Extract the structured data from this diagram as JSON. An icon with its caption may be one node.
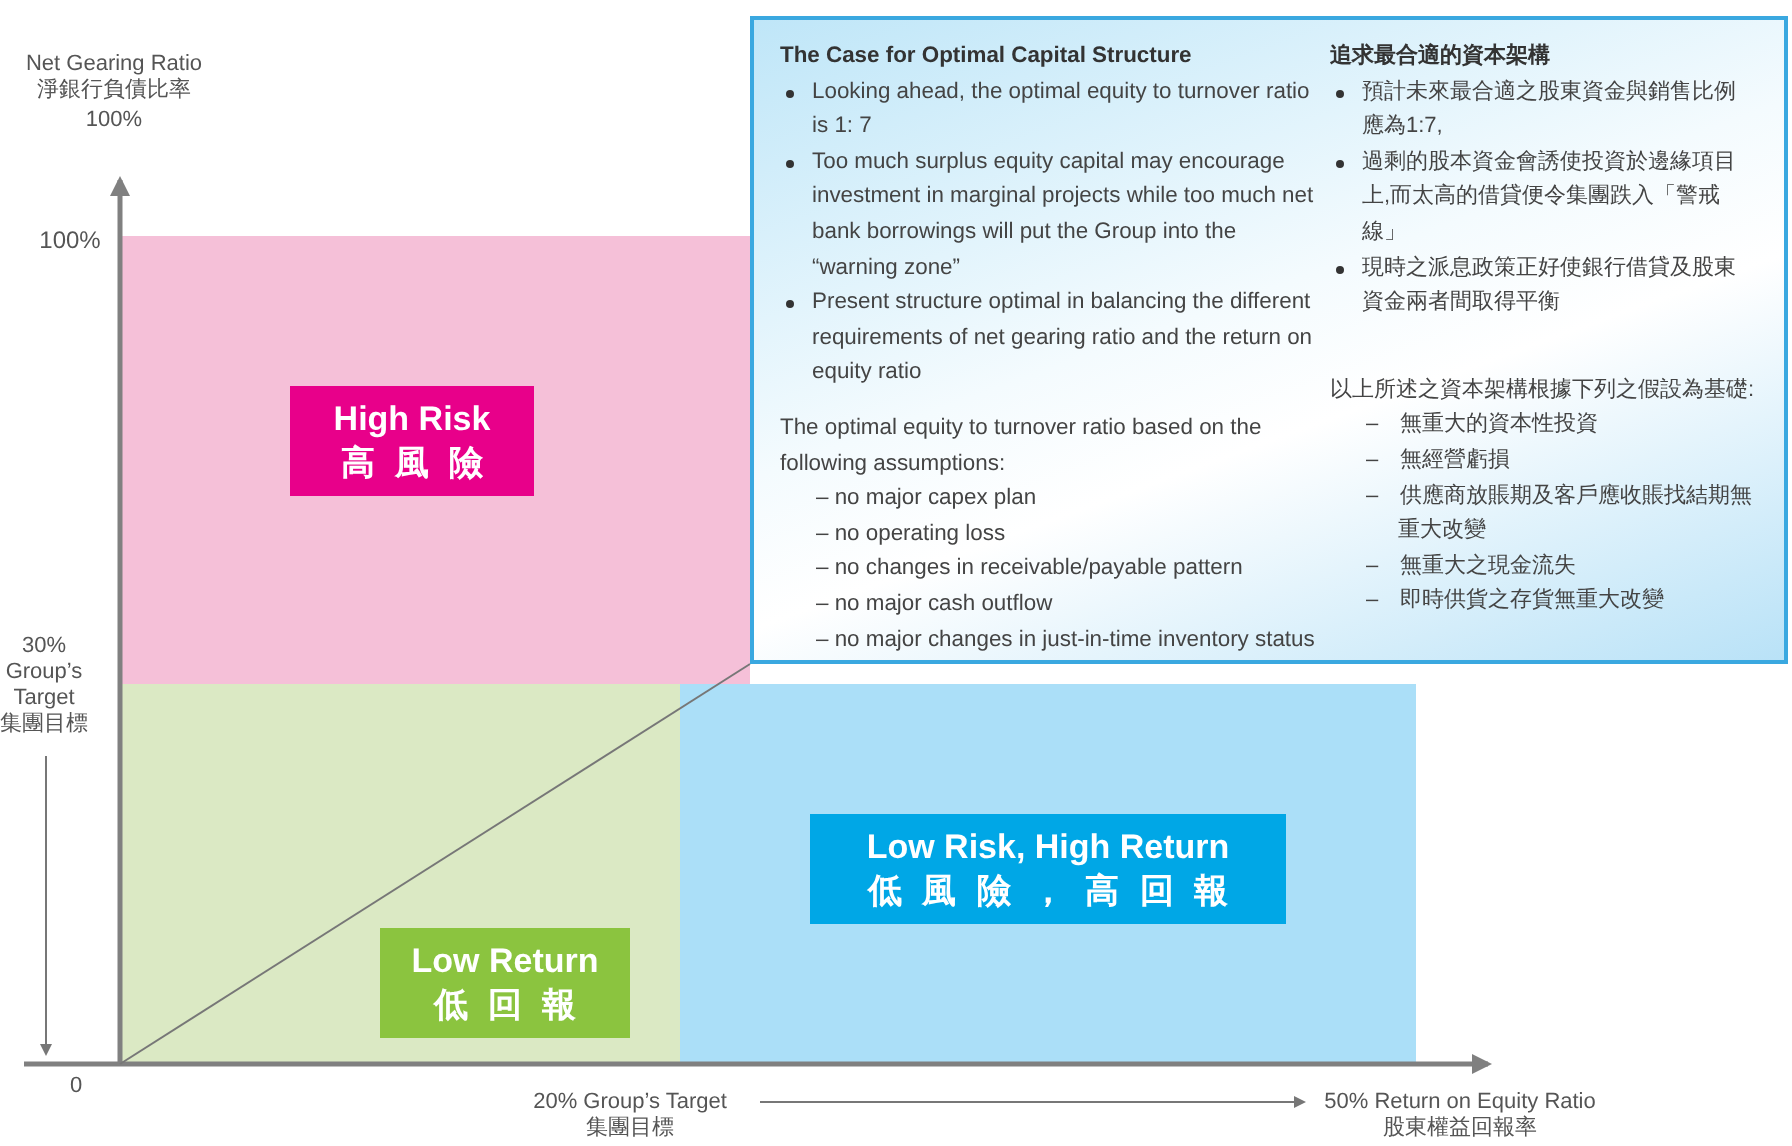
{
  "diagram": {
    "nodes": [
      {
        "text": [],
        "shape": "box"
      },
      {
        "text": [
          "High Risk",
          "高風險"
        ],
        "in": 0
      },
      {
        "text": [],
        "shape": "box"
      },
      {
        "text": [
          "Low Return",
          "低回報"
        ],
        "in": 2
      },
      {
        "text": [],
        "shape": "box"
      },
      {
        "text": [
          "Low Risk, High Return",
          "低風險，高回報"
        ],
        "in": 4
      },
      {
        "text": [
          "The Case for Optimal Capital Structure",
          "Looking ahead, the optimal equity to turnover ratio is 1: 7",
          "Too much surplus equity capital may encourage investment in marginal projects while too much net bank borrowings will put the Group into the “warning zone”",
          "Present structure optimal in balancing the different requirements of net gearing ratio and the return on equity ratio",
          "The optimal equity to turnover ratio based on the following assumptions:",
          "– no major capex plan",
          "– no operating loss",
          "– no changes in receivable/payable pattern",
          "– no major cash outflow",
          "– no major changes in just-in-time inventory status",
          "追求最合適的資本架構",
          "預計未來最合適之股東資金與銷售比例應為1:7,",
          "過剩的股本資金會誘使投資於邊緣項目上,而太高的借貸便令集團跌入「警戒線」",
          "現時之派息政策正好使銀行借貸及股東資金兩者間取得平衡",
          "以上所述之資本架構根據下列之假設為基礎:",
          "–　無重大的資本性投資",
          "–　無經營虧損",
          "–　供應商放賬期及客戶應收賬找結期無重大改變",
          "–　無重大之現金流失",
          "–　即時供貨之存貨無重大改變"
        ]
      }
    ],
    "edges": [
      {
        "from": 2,
        "to": 6,
        "arrow": "none"
      }
    ],
    "labels": [
      "Net Gearing Ratio",
      "淨銀行負債比率",
      "100%",
      "100%",
      "30%",
      "Group’s Target",
      "集團目標",
      "0",
      "20% Group’s Target",
      "集團目標",
      "50% Return on Equity Ratio",
      "股東權益回報率"
    ]
  }
}
